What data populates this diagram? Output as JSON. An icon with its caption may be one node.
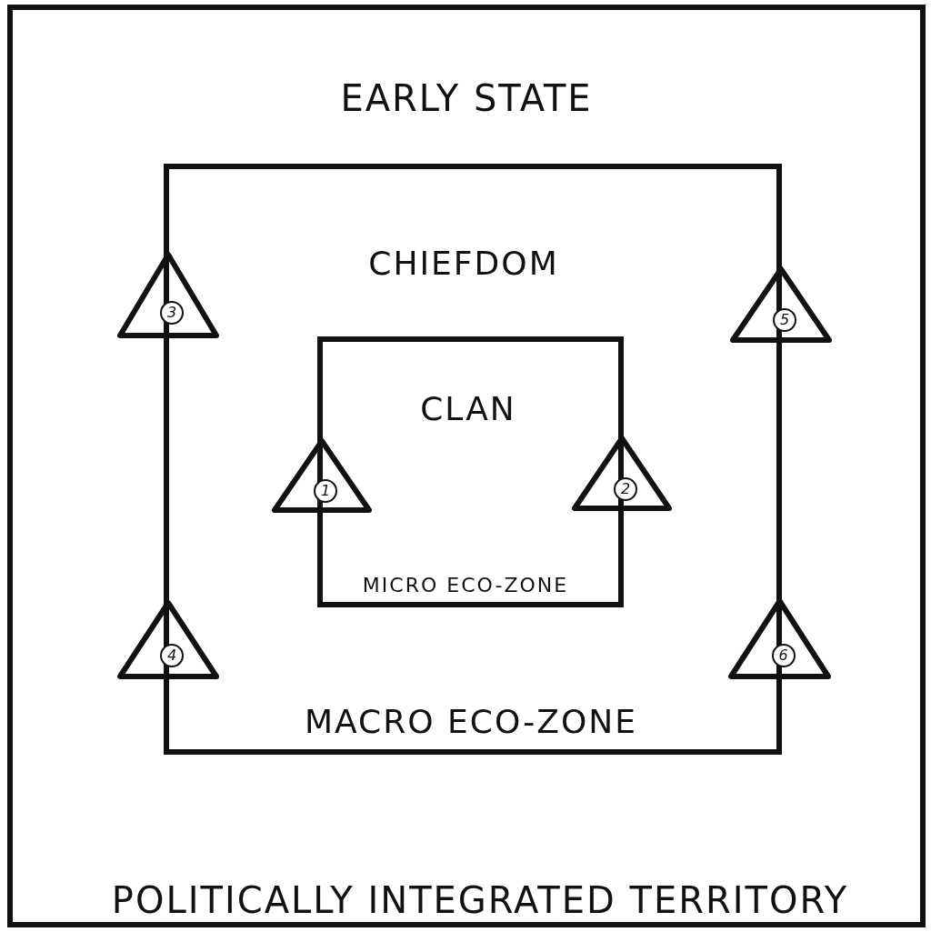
{
  "diagram": {
    "nodes": [
      {
        "text": [
          "EARLY STATE",
          "POLITICALLY INTEGRATED TERRITORY"
        ]
      },
      {
        "text": [
          "CHIEFDOM",
          "MACRO ECO-ZONE"
        ],
        "in": 0
      },
      {
        "text": [
          "CLAN",
          "MICRO ECO-ZONE"
        ],
        "in": 1
      },
      {
        "text": [
          "3"
        ],
        "in": 0
      },
      {
        "text": [
          "5"
        ],
        "in": 0
      },
      {
        "text": [
          "1"
        ],
        "in": 1
      },
      {
        "text": [
          "2"
        ],
        "in": 1
      },
      {
        "text": [
          "4"
        ],
        "in": 0
      },
      {
        "text": [
          "6"
        ],
        "in": 0
      }
    ],
    "edges": []
  }
}
